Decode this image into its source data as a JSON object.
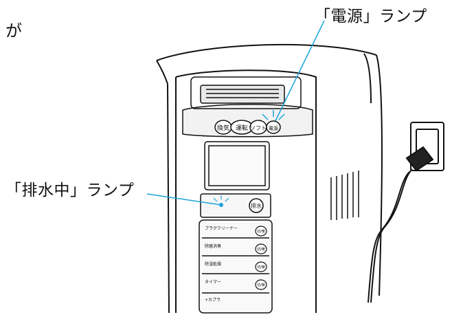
{
  "callouts": {
    "top_fragment": "が",
    "power_lamp": "「電源」ランプ",
    "drain_lamp": "「排水中」ランプ"
  },
  "panel_buttons": {
    "b1": "換気",
    "b2": "運転",
    "b3": "ソフト",
    "b4": "電源"
  },
  "drain_button": "排水",
  "control_rows": [
    {
      "label": "プラグクリーナー",
      "btn": "切/暖"
    },
    {
      "label": "除菌消臭",
      "btn": "切/暖"
    },
    {
      "label": "除湿乾燥",
      "btn": "切/暖"
    },
    {
      "label": "タイマー",
      "btn": "切/暖"
    },
    {
      "label": "+カプラ",
      "btn": ""
    }
  ],
  "colors": {
    "leader": "#1aa3d9",
    "line": "#111111"
  }
}
